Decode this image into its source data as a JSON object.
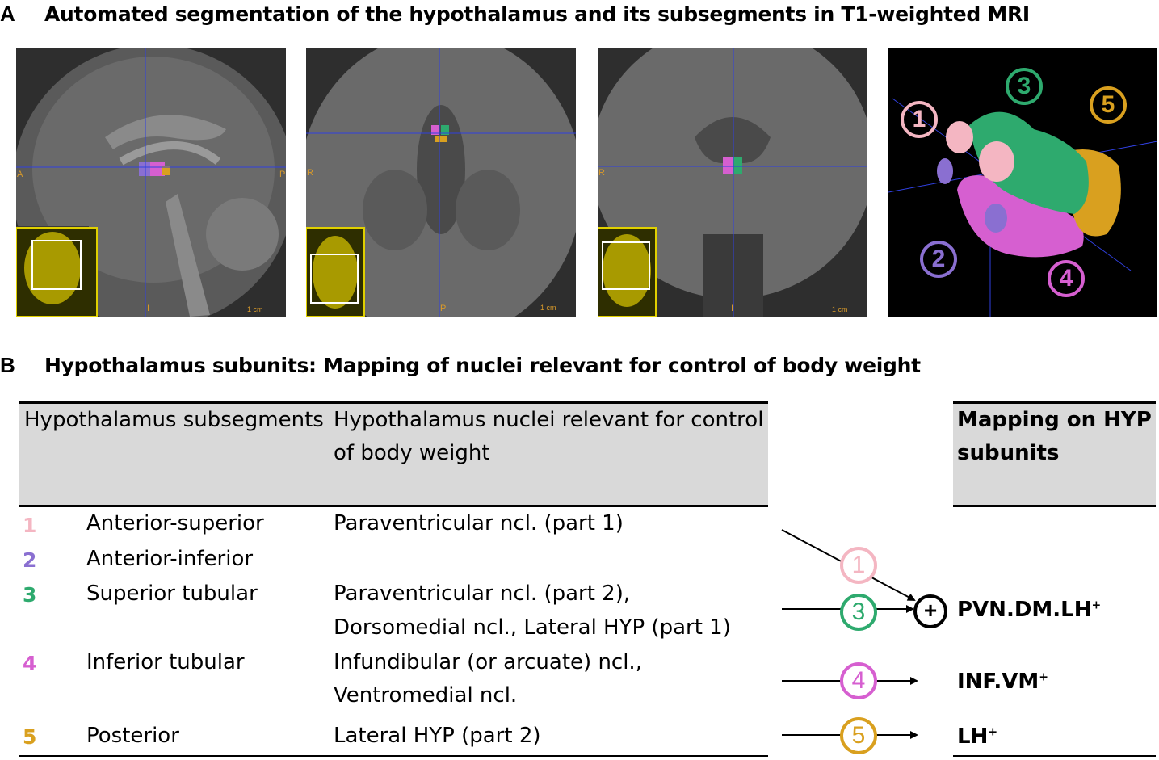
{
  "panel_a": {
    "letter": "A",
    "title": "Automated segmentation of the hypothalamus and its subsegments in T1-weighted MRI",
    "sagittal": {
      "left_label": "A",
      "right_label": "P",
      "bottom_label": "I",
      "scale": "1 cm"
    },
    "axial": {
      "left_label": "R",
      "bottom_label": "P",
      "scale": "1 cm"
    },
    "coronal": {
      "left_label": "R",
      "bottom_label": "I",
      "scale": "1 cm"
    },
    "render3d": {
      "markers": [
        "1",
        "2",
        "3",
        "4",
        "5"
      ]
    }
  },
  "panel_b": {
    "letter": "B",
    "title": "Hypothalamus subunits: Mapping of nuclei relevant for control of body weight",
    "headers": {
      "col1": "Hypothalamus subsegments",
      "col2_line1": "Hypothalamus nuclei relevant for control",
      "col2_line2": "of body weight",
      "col3_line1": "Mapping on HYP",
      "col3_line2": "subunits"
    },
    "rows": [
      {
        "num": "1",
        "name": "Anterior-superior",
        "nuclei_1": "Paraventricular ncl. (part 1)",
        "nuclei_2": ""
      },
      {
        "num": "2",
        "name": "Anterior-inferior",
        "nuclei_1": "",
        "nuclei_2": ""
      },
      {
        "num": "3",
        "name": "Superior tubular",
        "nuclei_1": "Paraventricular ncl. (part 2),",
        "nuclei_2": "Dorsomedial ncl., Lateral HYP (part 1)"
      },
      {
        "num": "4",
        "name": "Inferior tubular",
        "nuclei_1": "Infundibular (or arcuate) ncl.,",
        "nuclei_2": "Ventromedial ncl."
      },
      {
        "num": "5",
        "name": "Posterior",
        "nuclei_1": "Lateral HYP (part 2)",
        "nuclei_2": ""
      }
    ],
    "mapping": {
      "plus_symbol": "+",
      "pvn": "PVN.DM.LH",
      "pvn_sup": "+",
      "inf": "INF.VM",
      "inf_sup": "+",
      "lh": "LH",
      "lh_sup": "+",
      "circle_1": "1",
      "circle_3": "3",
      "circle_4": "4",
      "circle_5": "5"
    }
  },
  "colors": {
    "seg1": "#f4b6c2",
    "seg2": "#8a6fd1",
    "seg3": "#2eaa6e",
    "seg4": "#d65fd0",
    "seg5": "#d9a01f",
    "header_gray": "#d9d9d9",
    "crosshair": "#3040e0",
    "inset": "#b8a800"
  }
}
